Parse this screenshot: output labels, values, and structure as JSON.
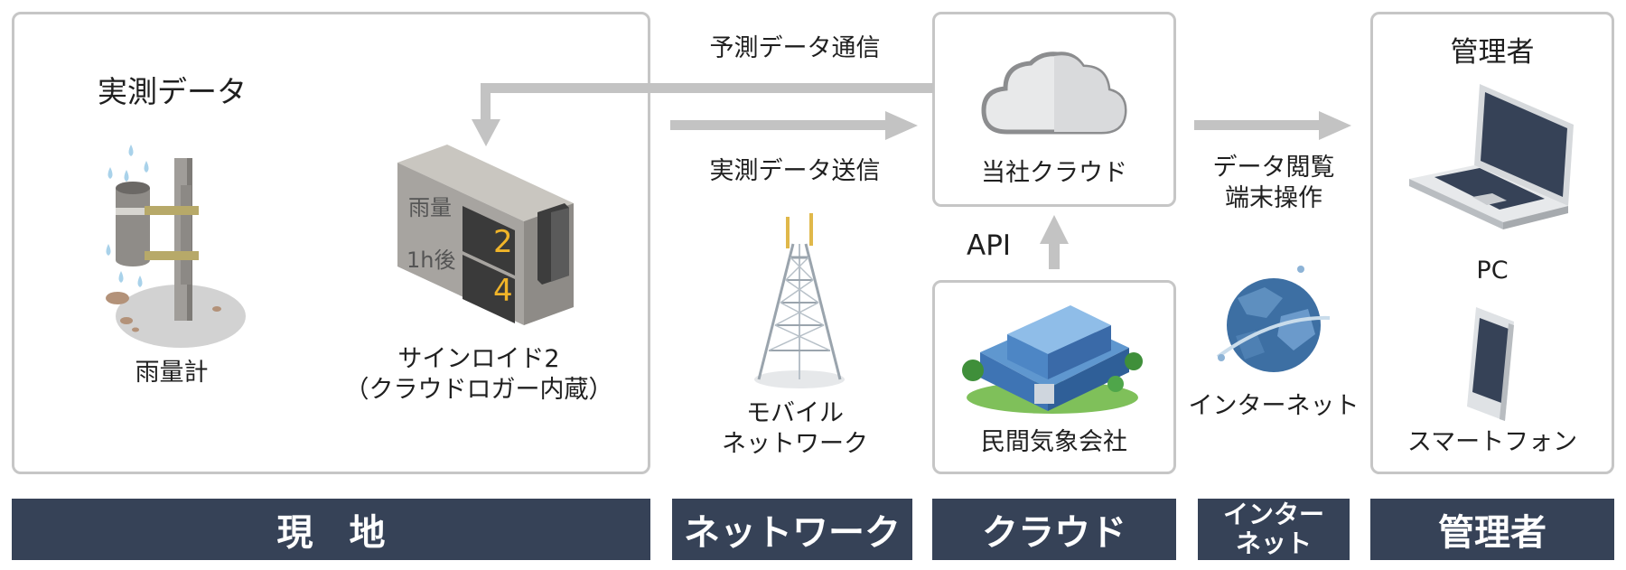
{
  "site": {
    "measured_label": "実測データ",
    "rain_gauge_label": "雨量計",
    "device": {
      "line1": "サインロイド2",
      "line2": "（クラウドロガー内蔵）",
      "display_label_top": "雨量",
      "display_label_bottom": "1h後",
      "display_value_top": "2",
      "display_value_bottom": "4"
    }
  },
  "network": {
    "forecast_comm": "予測データ通信",
    "measured_send": "実測データ送信",
    "mobile_line1": "モバイル",
    "mobile_line2": "ネットワーク"
  },
  "cloud": {
    "company_cloud": "当社クラウド",
    "api_label": "API",
    "weather_company": "民間気象会社"
  },
  "internet": {
    "view_line1": "データ閲覧",
    "view_line2": "端末操作",
    "internet_label": "インターネット"
  },
  "admin": {
    "title": "管理者",
    "pc_label": "PC",
    "smartphone_label": "スマートフォン"
  },
  "bars": {
    "site": "現　地",
    "network": "ネットワーク",
    "cloud": "クラウド",
    "internet_line1": "インター",
    "internet_line2": "ネット",
    "admin": "管理者"
  },
  "colors": {
    "bar_bg": "#364257",
    "panel_border": "#c6c6c6",
    "arrow": "#c3c3c3",
    "accent_yellow": "#f0b429"
  }
}
